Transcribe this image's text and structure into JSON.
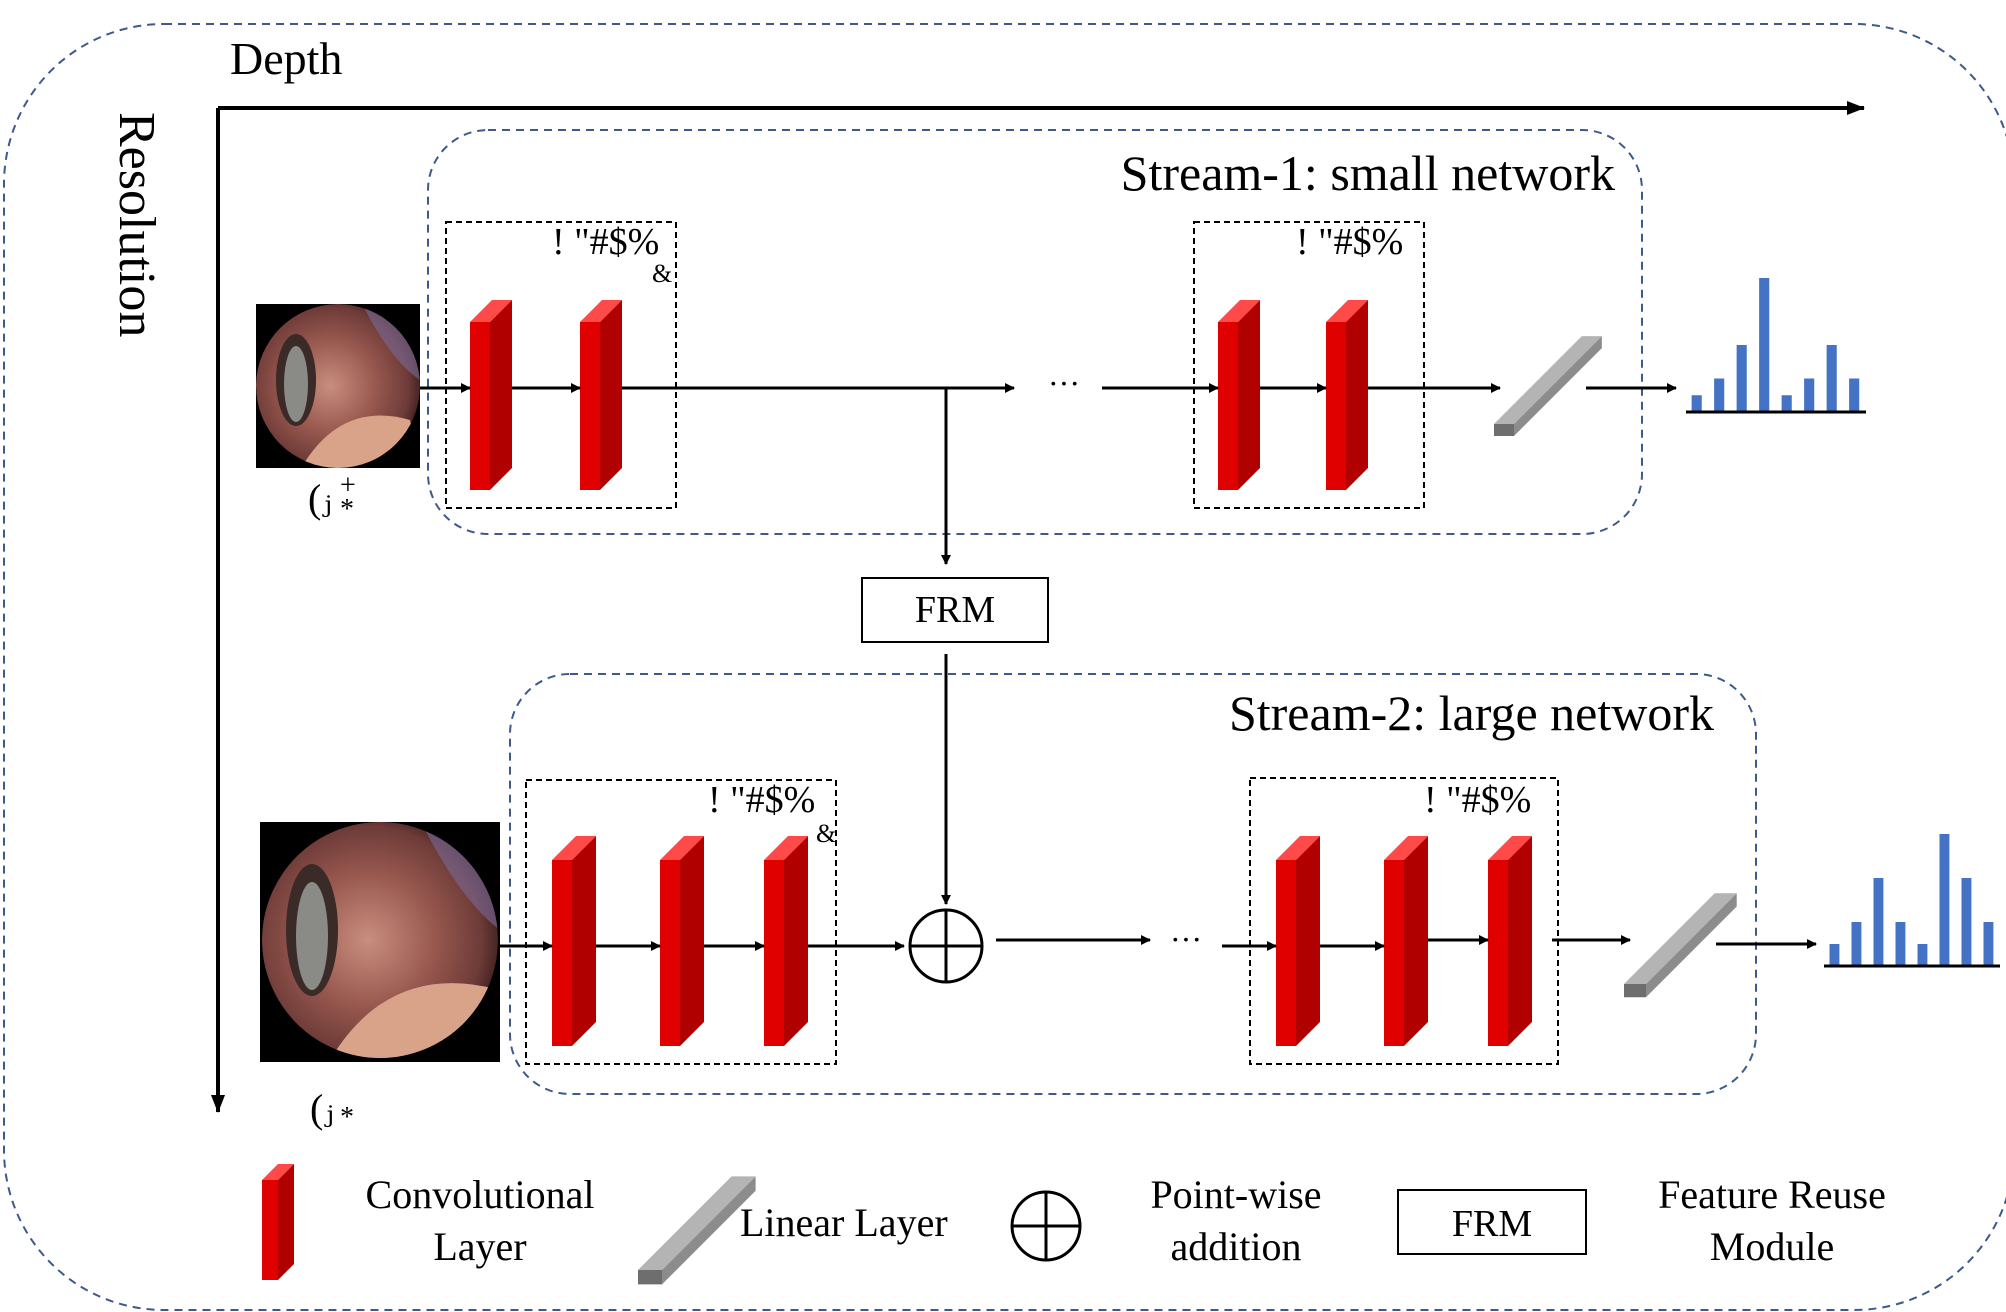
{
  "axes": {
    "horizontal_label": "Depth",
    "vertical_label": "Resolution"
  },
  "stream1": {
    "title": "Stream-1: small network",
    "input_label_main": "(ⱼ",
    "input_label_sup": "+",
    "input_label_sub": "*",
    "block1_label": "! \"#$%",
    "block1_sub": "&",
    "block2_label": "! \"#$%",
    "ellipsis": "···",
    "histogram_values": [
      1,
      2,
      4,
      8,
      1,
      2,
      4,
      2
    ]
  },
  "frm": {
    "label": "FRM"
  },
  "stream2": {
    "title": "Stream-2: large network",
    "input_label_main": "(ⱼ",
    "input_label_sub": "*",
    "block1_label": "! \"#$%",
    "block1_sub": "&",
    "block2_label": "! \"#$%",
    "ellipsis": "···",
    "histogram_values": [
      1,
      2,
      4,
      2,
      1,
      6,
      4,
      2
    ]
  },
  "legend": {
    "conv_line1": "Convolutional",
    "conv_line2": "Layer",
    "linear": "Linear Layer",
    "pointwise_line1": "Point-wise",
    "pointwise_line2": "addition",
    "frm_box": "FRM",
    "frm_line1": "Feature Reuse",
    "frm_line2": "Module"
  },
  "colors": {
    "conv_front": "#e00000",
    "conv_side": "#b00000",
    "conv_top": "#ff4a4a",
    "linear_front": "#8c8c8c",
    "linear_top": "#b4b4b4",
    "histogram": "#4472c4",
    "dashed_border": "#3c5a8c"
  }
}
